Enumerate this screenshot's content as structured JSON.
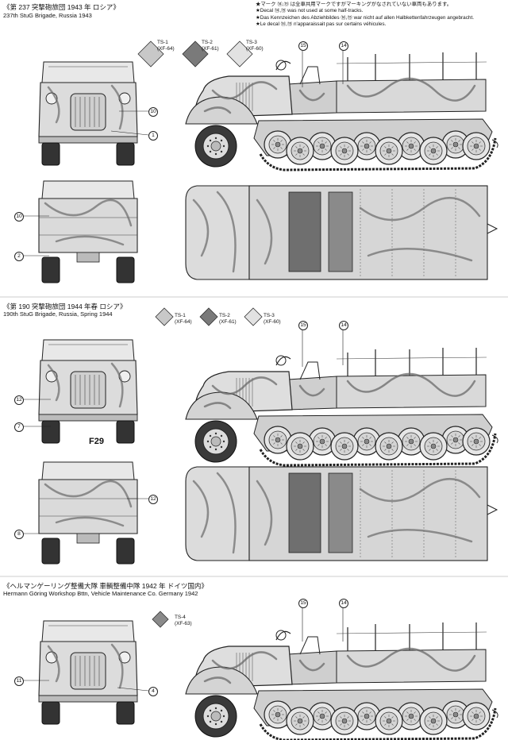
{
  "notes": [
    "★マーク ⑭,⑮ は全車共用マークですがマーキングがなされていない車両もあります。",
    "★Decal ⑭,⑮ was not used at some half-tracks.",
    "★Das Kennzeichen des Abziehbildes ⑭,⑮ war nicht auf allen Halbkettenfahrzeugen angebracht.",
    "★Le decal ⑭,⑮ n'apparaissait pas sur certains véhicules."
  ],
  "sections": [
    {
      "title_jp": "《第 237 突撃砲旅団 1943 年 ロシア》",
      "title_en": "237th StuG Brigade, Russia 1943",
      "swatches": [
        {
          "code": "TS-1",
          "paint": "(XF-64)",
          "color": "#c8c8c8"
        },
        {
          "code": "TS-2",
          "paint": "(XF-61)",
          "color": "#7a7a7a"
        },
        {
          "code": "TS-3",
          "paint": "(XF-60)",
          "color": "#e2e2e2"
        }
      ],
      "callouts": {
        "c15": "15",
        "c14": "14",
        "c10": "10",
        "c1": "1",
        "c10b": "10",
        "c2": "2"
      }
    },
    {
      "title_jp": "《第 190 突撃砲旅団 1944 年春 ロシア》",
      "title_en": "190th StuG Brigade, Russia, Spring 1944",
      "swatches": [
        {
          "code": "TS-1",
          "paint": "(XF-64)",
          "color": "#c8c8c8"
        },
        {
          "code": "TS-2",
          "paint": "(XF-61)",
          "color": "#7a7a7a"
        },
        {
          "code": "TS-3",
          "paint": "(XF-60)",
          "color": "#e2e2e2"
        }
      ],
      "callouts": {
        "c15": "15",
        "c14": "14",
        "c12": "12",
        "c7": "7",
        "c12b": "12",
        "c8": "8"
      },
      "figure_code": "F29"
    },
    {
      "title_jp": "《ヘルマンゲーリング整備大隊 車輌整備中隊 1942 年 ドイツ国内》",
      "title_en": "Hermann Göring Workshop Bttn, Vehicle Maintenance Co. Germany 1942",
      "swatches": [
        {
          "code": "TS-4",
          "paint": "(XF-63)",
          "color": "#8a8a8a"
        }
      ],
      "callouts": {
        "c15": "15",
        "c14": "14",
        "c11": "11",
        "c4": "4"
      }
    }
  ]
}
